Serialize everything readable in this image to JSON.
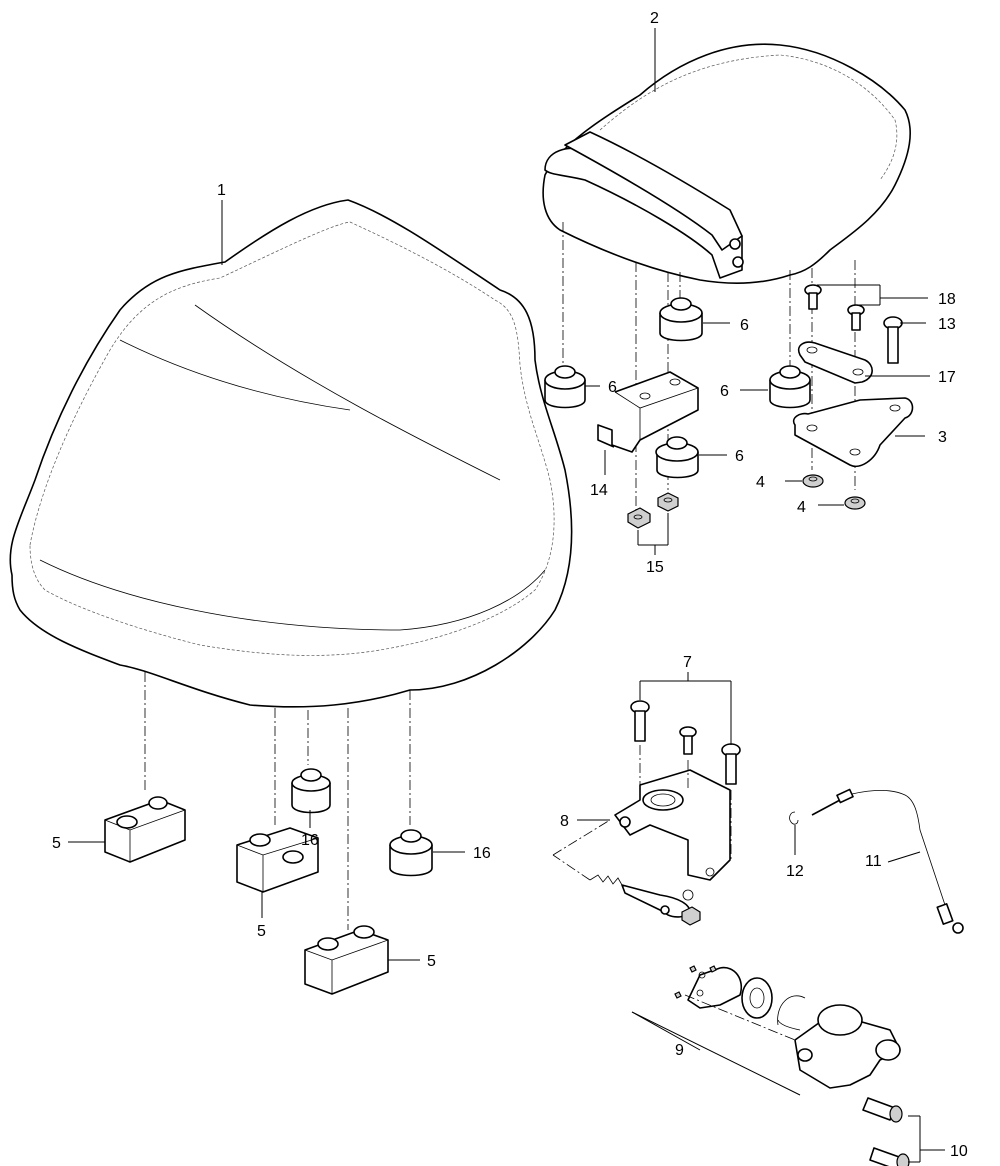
{
  "callouts": {
    "c1": "1",
    "c2": "2",
    "c3": "3",
    "c4a": "4",
    "c4b": "4",
    "c5a": "5",
    "c5b": "5",
    "c5c": "5",
    "c6a": "6",
    "c6b": "6",
    "c6c": "6",
    "c6d": "6",
    "c7": "7",
    "c8": "8",
    "c9": "9",
    "c10": "10",
    "c11": "11",
    "c12": "12",
    "c13": "13",
    "c14": "14",
    "c15": "15",
    "c16a": "16",
    "c16b": "16",
    "c17": "17",
    "c18": "18"
  }
}
